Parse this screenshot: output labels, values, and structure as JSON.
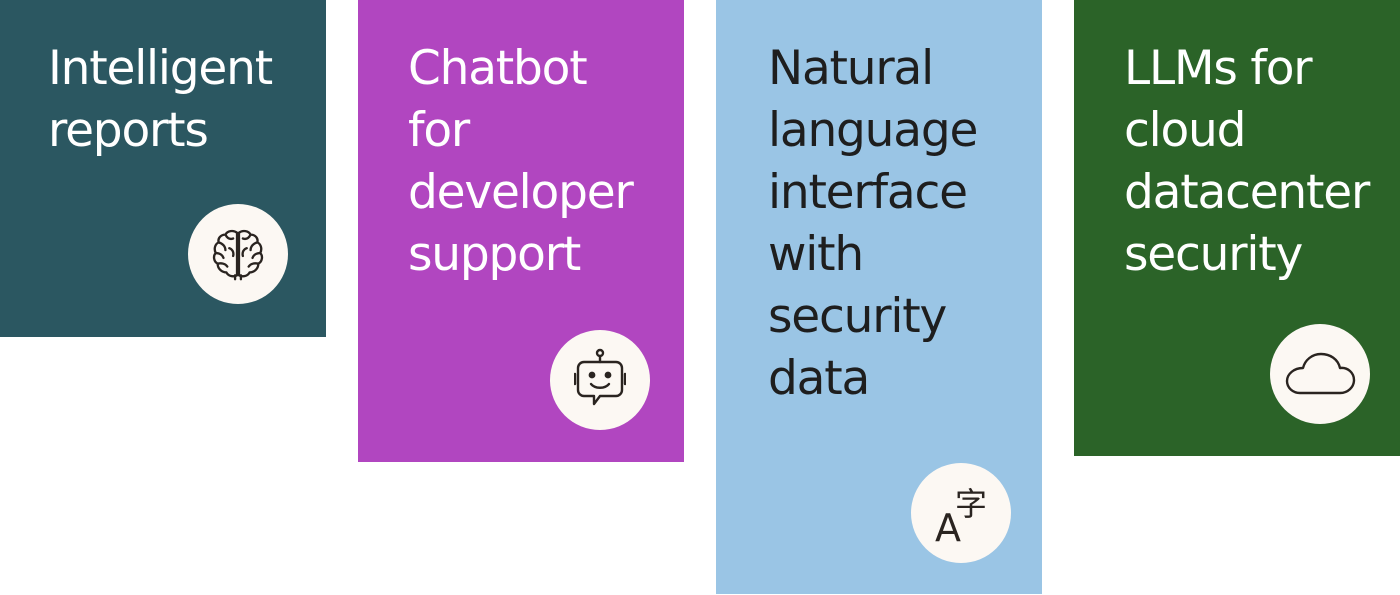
{
  "tiles": [
    {
      "title": "Intelligent\nreports",
      "icon": "brain-icon",
      "background": "#2b5761",
      "text_color": "#ffffff"
    },
    {
      "title": "Chatbot\nfor\ndeveloper\nsupport",
      "icon": "robot-chat-icon",
      "background": "#b146c0",
      "text_color": "#ffffff"
    },
    {
      "title": "Natural\nlanguage\ninterface\nwith\nsecurity\ndata",
      "icon": "translate-icon",
      "icon_text_latin": "A",
      "icon_text_cjk": "字",
      "background": "#9ac5e5",
      "text_color": "#1e1e1e"
    },
    {
      "title": "LLMs for\ncloud\ndatacenter\nsecurity",
      "icon": "cloud-icon",
      "background": "#2b6328",
      "text_color": "#ffffff"
    }
  ],
  "icon_circle_color": "#fcf8f3",
  "icon_stroke_color": "#2a2420"
}
